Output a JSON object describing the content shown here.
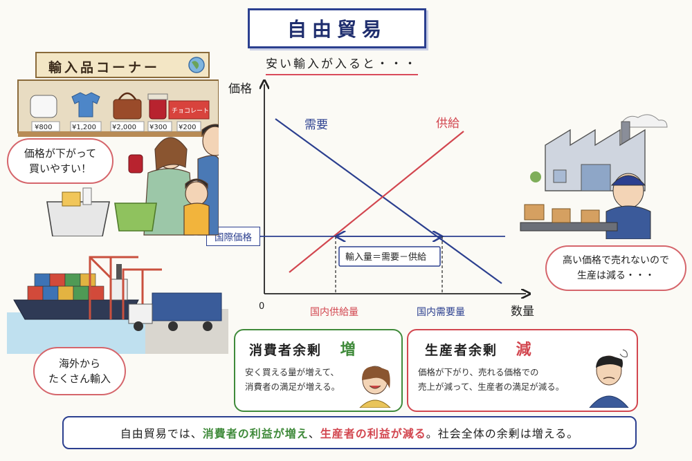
{
  "title": "自由貿易",
  "subtitle": "安い輸入が入ると・・・",
  "chart_data": {
    "type": "line",
    "ylabel": "価格",
    "xlabel": "数量",
    "origin_label": "0",
    "series": [
      {
        "name": "需要",
        "color": "#2b3f8f"
      },
      {
        "name": "供給",
        "color": "#d2464f"
      }
    ],
    "world_price_label": "国際価格",
    "import_label": "輸入量＝需要－供給",
    "domestic_supply_label": "国内供給量",
    "domestic_demand_label": "国内需要量"
  },
  "shop": {
    "sign": "輸入品コーナー",
    "chocolate_label": "チョコレート",
    "prices": [
      "¥800",
      "¥1,200",
      "¥2,000",
      "¥300",
      "¥200"
    ],
    "bubble_line1": "価格が下がって",
    "bubble_line2": "買いやすい！"
  },
  "port": {
    "bubble_line1": "海外から",
    "bubble_line2": "たくさん輸入"
  },
  "factory": {
    "bubble_line1": "高い価格で売れないので",
    "bubble_line2": "生産は減る・・・"
  },
  "consumer_panel": {
    "heading": "消費者余剰",
    "effect": "増",
    "line1": "安く買える量が増えて、",
    "line2": "消費者の満足が増える。"
  },
  "producer_panel": {
    "heading": "生産者余剰",
    "effect": "減",
    "line1": "価格が下がり、売れる価格での",
    "line2": "売上が減って、生産者の満足が減る。"
  },
  "summary": {
    "part1": "自由貿易では、",
    "part2": "消費者の利益が増え",
    "part3": "、",
    "part4": "生産者の利益が減る",
    "part5": "。社会全体の余剰は増える。"
  },
  "colors": {
    "navy": "#2b3f8f",
    "red": "#d2464f",
    "green": "#3f8a3a"
  }
}
